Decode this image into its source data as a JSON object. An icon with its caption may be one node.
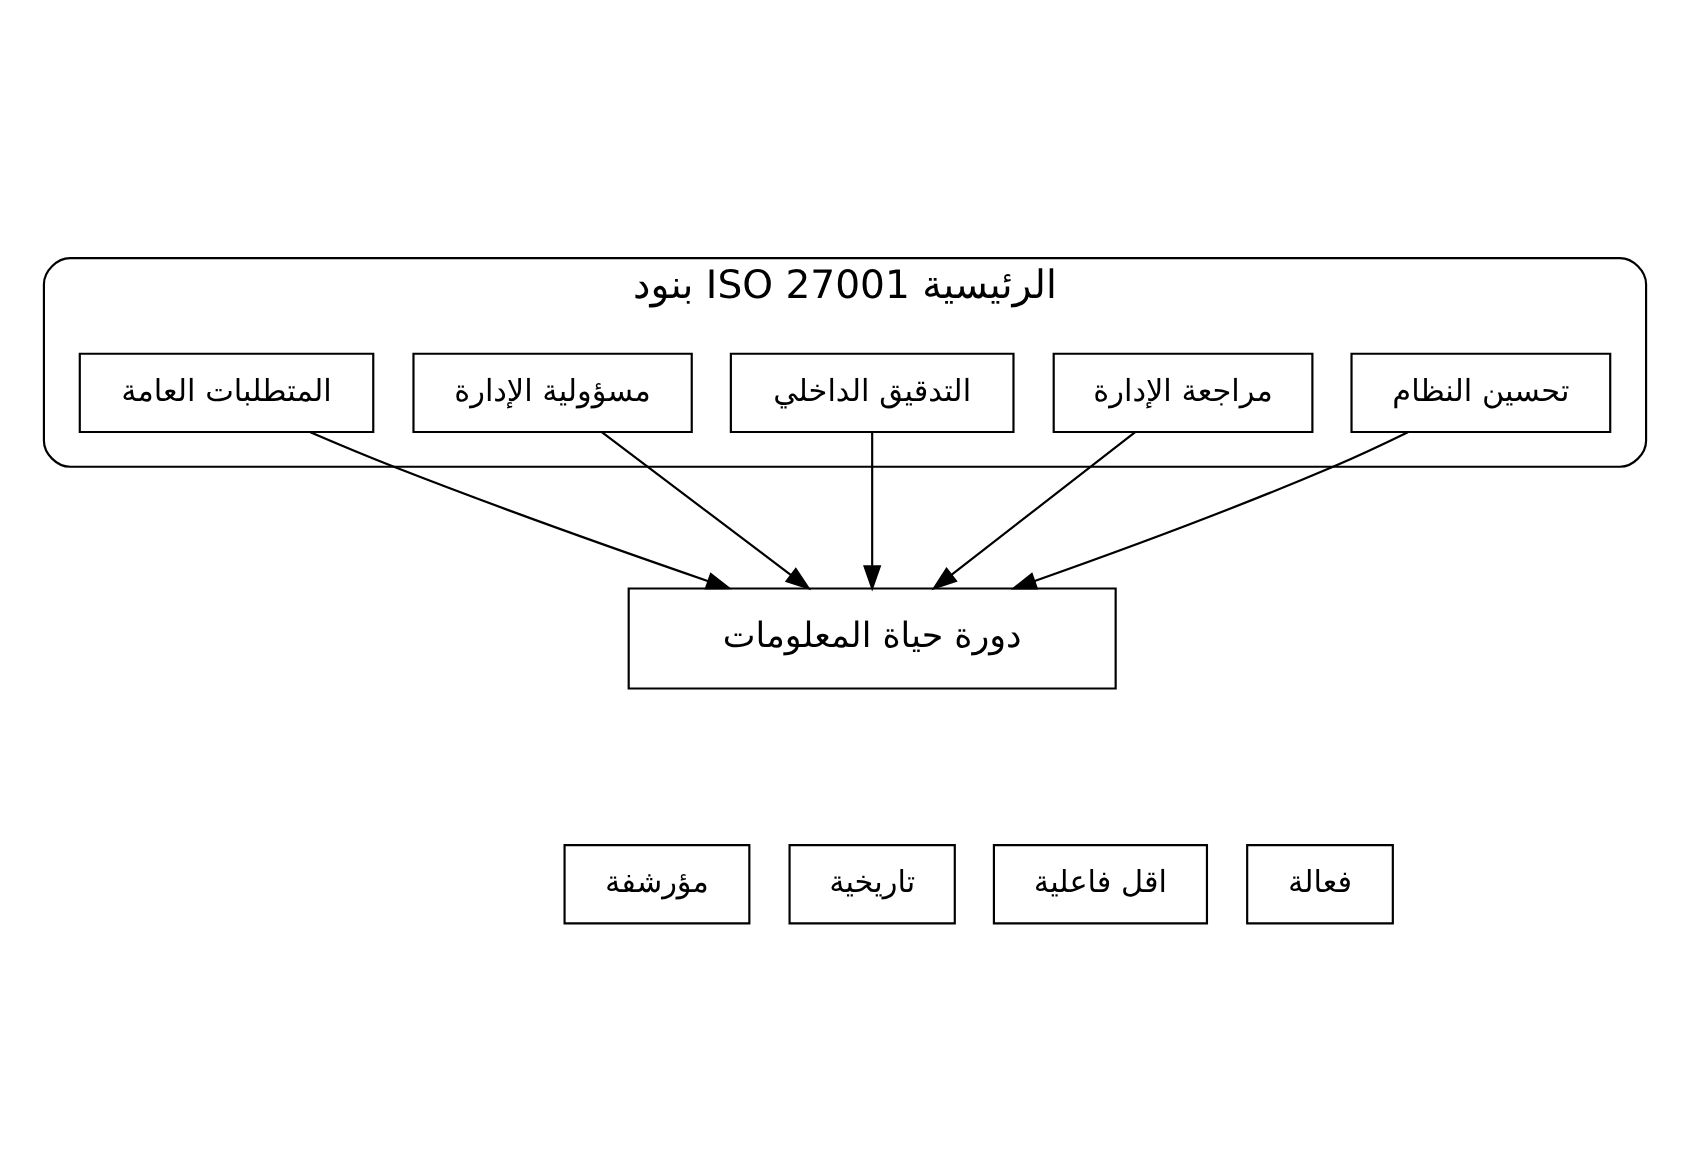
{
  "diagram": {
    "nodes": [
      {
        "text": [
          "بنود ISO 27001 الرئيسية"
        ]
      },
      {
        "text": [
          "المتطلبات العامة"
        ],
        "in": 0
      },
      {
        "text": [
          "مسؤولية الإدارة"
        ],
        "in": 0
      },
      {
        "text": [
          "التدقيق الداخلي"
        ],
        "in": 0
      },
      {
        "text": [
          "مراجعة الإدارة"
        ],
        "in": 0
      },
      {
        "text": [
          "تحسين النظام"
        ],
        "in": 0
      },
      {
        "text": [
          "دورة حياة المعلومات"
        ]
      },
      {
        "text": [
          "فعالة"
        ]
      },
      {
        "text": [
          "اقل فاعلية"
        ]
      },
      {
        "text": [
          "تاريخية"
        ]
      },
      {
        "text": [
          "مؤرشفة"
        ]
      }
    ],
    "edges": [
      {
        "from": 1,
        "to": 6,
        "arrow": "to"
      },
      {
        "from": 2,
        "to": 6,
        "arrow": "to"
      },
      {
        "from": 3,
        "to": 6,
        "arrow": "to"
      },
      {
        "from": 4,
        "to": 6,
        "arrow": "to"
      },
      {
        "from": 5,
        "to": 6,
        "arrow": "to"
      }
    ]
  }
}
